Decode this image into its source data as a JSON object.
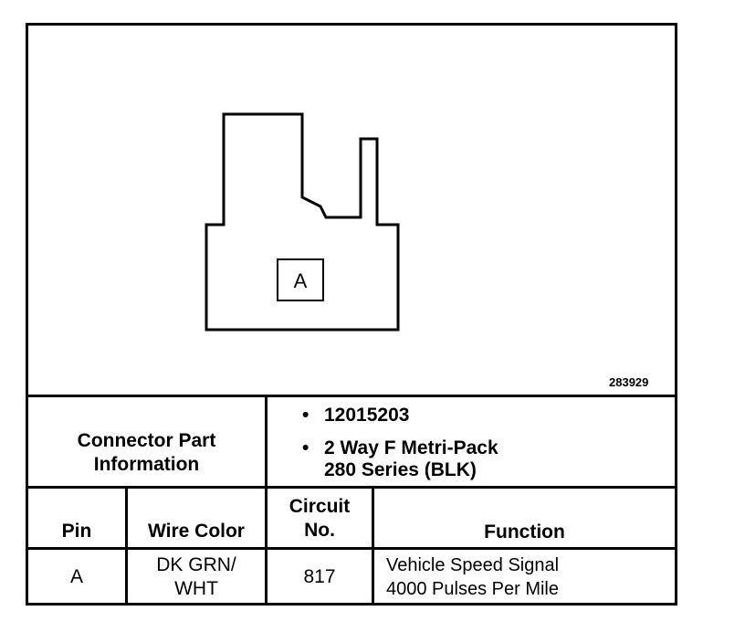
{
  "connector": {
    "pin_label": "A",
    "figure_number": "283929"
  },
  "part_info": {
    "label_line1": "Connector Part",
    "label_line2": "Information",
    "items": [
      {
        "bullet": "•",
        "text": "12015203"
      },
      {
        "bullet": "•",
        "text": "2 Way F Metri-Pack",
        "subtext": "280 Series (BLK)"
      }
    ]
  },
  "table": {
    "headers": {
      "pin": "Pin",
      "wire_color": "Wire Color",
      "circuit_line1": "Circuit",
      "circuit_line2": "No.",
      "function": "Function"
    },
    "rows": [
      {
        "pin": "A",
        "wire_color_line1": "DK GRN/",
        "wire_color_line2": "WHT",
        "circuit": "817",
        "function_line1": "Vehicle Speed Signal",
        "function_line2": "4000 Pulses Per Mile"
      }
    ]
  }
}
